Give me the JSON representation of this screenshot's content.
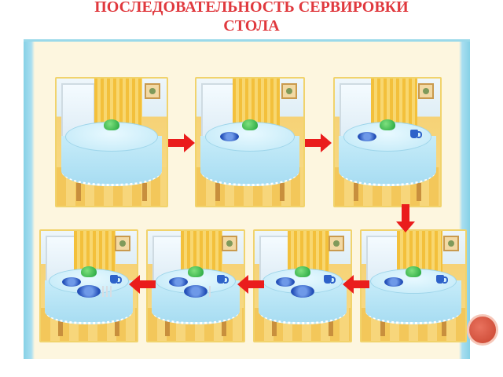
{
  "title": {
    "line1": "ПОСЛЕДОВАТЕЛЬНОСТЬ СЕРВИРОВКИ",
    "line2": "СТОЛА"
  },
  "colors": {
    "title": "#e0393e",
    "arrow": "#ea1c1c",
    "board_border": "#86d1e6",
    "tablecloth": "#bfe8f7",
    "dishes": "#2450b8",
    "vase": "#1fa33b"
  },
  "steps": [
    {
      "step": 1,
      "items": [
        "tablecloth",
        "vase"
      ]
    },
    {
      "step": 2,
      "items": [
        "tablecloth",
        "vase",
        "small-plate"
      ]
    },
    {
      "step": 3,
      "items": [
        "tablecloth",
        "vase",
        "small-plate",
        "cup"
      ]
    },
    {
      "step": 4,
      "items": [
        "tablecloth",
        "vase",
        "small-plate",
        "cup"
      ]
    },
    {
      "step": 5,
      "items": [
        "tablecloth",
        "vase",
        "small-plate",
        "cup",
        "large-plate"
      ]
    },
    {
      "step": 6,
      "items": [
        "tablecloth",
        "vase",
        "small-plate",
        "cup",
        "large-plate",
        "spoon"
      ]
    },
    {
      "step": 7,
      "items": [
        "tablecloth",
        "vase",
        "small-plate",
        "cup",
        "large-plate",
        "spoon",
        "fork",
        "knife"
      ]
    }
  ],
  "arrows": [
    {
      "from": 1,
      "to": 2,
      "direction": "right"
    },
    {
      "from": 2,
      "to": 3,
      "direction": "right"
    },
    {
      "from": 3,
      "to": 4,
      "direction": "down"
    },
    {
      "from": 4,
      "to": 5,
      "direction": "left"
    },
    {
      "from": 5,
      "to": 6,
      "direction": "left"
    },
    {
      "from": 6,
      "to": 7,
      "direction": "left"
    }
  ]
}
